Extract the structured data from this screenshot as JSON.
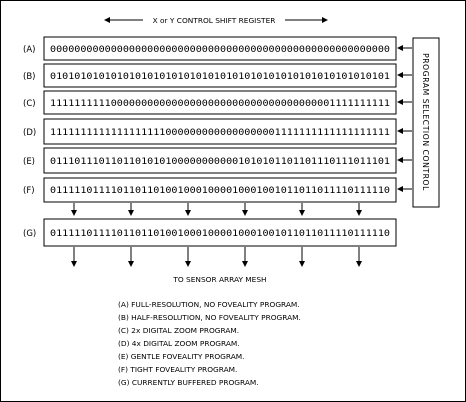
{
  "header": {
    "title": "X or Y CONTROL SHIFT REGISTER"
  },
  "registers": [
    {
      "label": "(A)",
      "bits": "00000000000000000000000000000000000000000000000000000000"
    },
    {
      "label": "(B)",
      "bits": "01010101010101010101010101010101010101010101010101010101"
    },
    {
      "label": "(C)",
      "bits": "11111111110000000000000000000000000000000000001111111111"
    },
    {
      "label": "(D)",
      "bits": "11111111111111111110000000000000000001111111111111111111"
    },
    {
      "label": "(E)",
      "bits": "01110111011011010101000000000001010101101101110111011101"
    },
    {
      "label": "(F)",
      "bits": "01111101111011011010010001000010001001011011011110111110"
    }
  ],
  "control": {
    "label": "PROGRAM SELECTION CONTROL"
  },
  "buffer": {
    "label": "(G)",
    "bits": "01111101111011011010010001000010001001011011011110111110"
  },
  "output": {
    "label": "TO SENSOR ARRAY MESH"
  },
  "legend": [
    "(A) FULL-RESOLUTION, NO FOVEALITY PROGRAM.",
    "(B) HALF-RESOLUTION, NO FOVEALITY PROGRAM.",
    "(C) 2x DIGITAL ZOOM PROGRAM.",
    "(D) 4x DIGITAL ZOOM PROGRAM.",
    "(E) GENTLE FOVEALITY PROGRAM.",
    "(F) TIGHT FOVEALITY PROGRAM.",
    "(G) CURRENTLY BUFFERED PROGRAM."
  ]
}
